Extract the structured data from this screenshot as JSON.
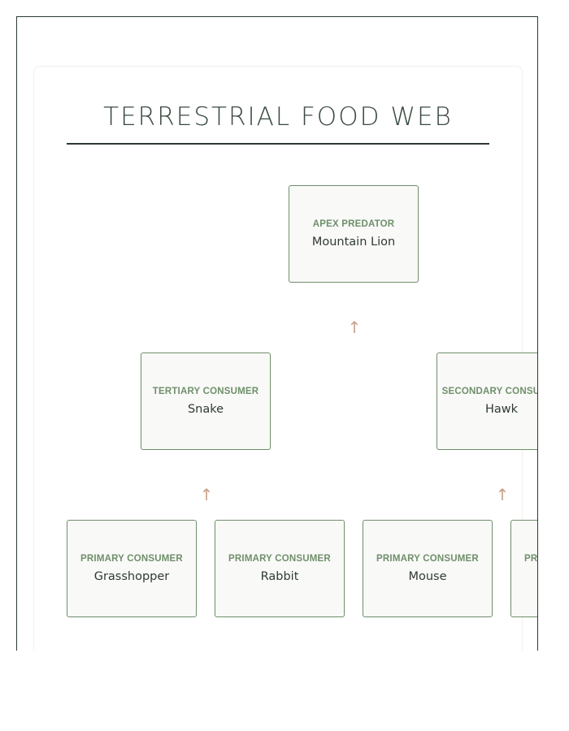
{
  "title": "TERRESTRIAL FOOD WEB",
  "nodes": {
    "apex": {
      "role": "APEX PREDATOR",
      "name": "Mountain Lion"
    },
    "snake": {
      "role": "TERTIARY CONSUMER",
      "name": "Snake"
    },
    "hawk": {
      "role": "SECONDARY CONSUMER",
      "name": "Hawk"
    },
    "grasshopper": {
      "role": "PRIMARY CONSUMER",
      "name": "Grasshopper"
    },
    "rabbit": {
      "role": "PRIMARY CONSUMER",
      "name": "Rabbit"
    },
    "mouse": {
      "role": "PRIMARY CONSUMER",
      "name": "Mouse"
    },
    "fourth": {
      "role": "PRIMARY CONSUMER",
      "name": ""
    }
  },
  "arrow_glyph": "↑",
  "colors": {
    "accent_green": "#6f8f6a",
    "arrow": "#c9a08a",
    "text_dark": "#2f3a33",
    "rule": "#2d3a33"
  }
}
